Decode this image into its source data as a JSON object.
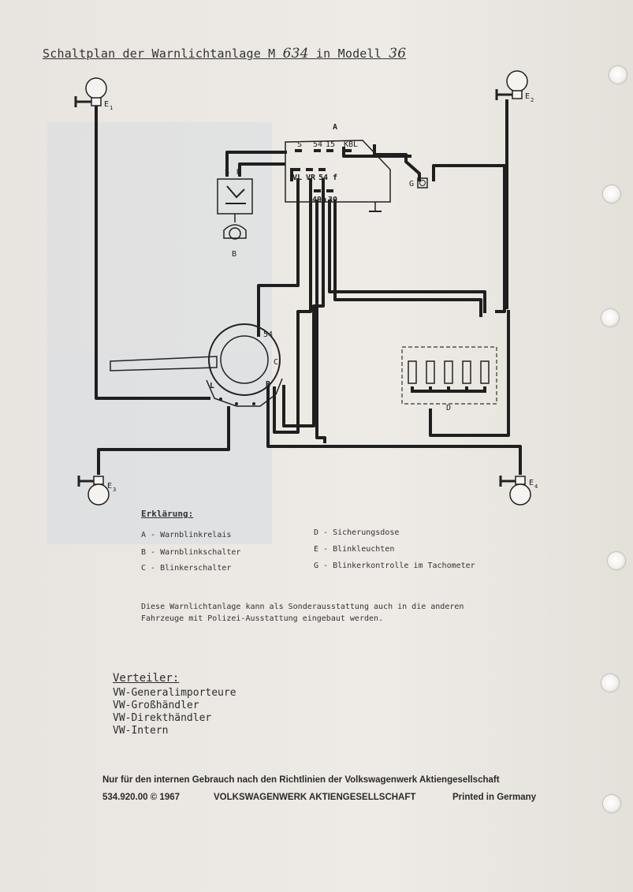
{
  "title": {
    "prefix": "Schaltplan der Warnlichtanlage M",
    "number": "634",
    "middle": "in Modell",
    "model": "36"
  },
  "diagram": {
    "relay_label": "A",
    "relay_terminals": {
      "s": "S",
      "t54": "54",
      "t15": "15",
      "kbl": "KBL",
      "vl": "VL",
      "vr": "VR",
      "t54f": "54 f",
      "t49a": "49a",
      "t30": "30"
    },
    "switch_label": "B",
    "switch_terminals": {
      "s": "S",
      "k": "K"
    },
    "indicator_label": "G",
    "blinker_switch": {
      "label": "C",
      "terminal_54": "54",
      "l": "L",
      "r": "R"
    },
    "fuse_box_label": "D",
    "lamps": {
      "e1": {
        "letter": "E",
        "index": "1"
      },
      "e2": {
        "letter": "E",
        "index": "2"
      },
      "e3": {
        "letter": "E",
        "index": "3"
      },
      "e4": {
        "letter": "E",
        "index": "4"
      }
    }
  },
  "legend": {
    "heading": "Erklärung:",
    "items": [
      "A - Warnblinkrelais",
      "B - Warnblinkschalter",
      "C - Blinkerschalter",
      "D - Sicherungsdose",
      "E - Blinkleuchten",
      "G - Blinkerkontrolle im Tachometer"
    ]
  },
  "note": {
    "line1": "Diese Warnlichtanlage kann als Sonderausstattung auch in die anderen",
    "line2": "Fahrzeuge mit Polizei-Ausstattung eingebaut werden."
  },
  "distribution": {
    "heading": "Verteiler:",
    "items": [
      "VW-Generalimporteure",
      "VW-Großhändler",
      "VW-Direkthändler",
      "VW-Intern"
    ]
  },
  "footer": {
    "internal": "Nur für den internen Gebrauch nach den Richtlinien der Volkswagenwerk Aktiengesellschaft",
    "code": "534.920.00 © 1967",
    "company": "VOLKSWAGENWERK AKTIENGESELLSCHAFT",
    "printed": "Printed in Germany"
  },
  "colors": {
    "paper": "#ebe7e2",
    "ink": "#2b2b2b",
    "ghost": "#d9dde2"
  }
}
